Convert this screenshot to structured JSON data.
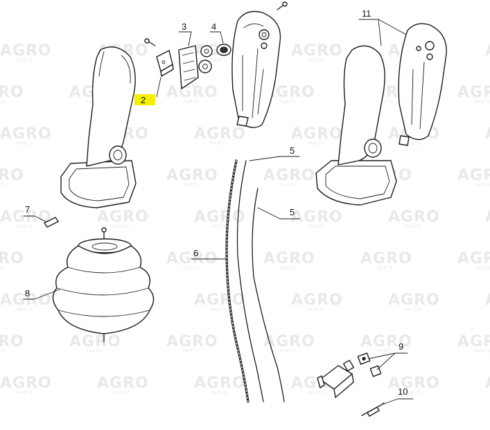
{
  "watermark": {
    "brand": "AGRO",
    "sub": "PARTS"
  },
  "highlight_color": "#f5f000",
  "callouts": [
    {
      "id": "1",
      "text": "11"
    },
    {
      "id": "2",
      "text": "2"
    },
    {
      "id": "3",
      "text": "3"
    },
    {
      "id": "4",
      "text": "4"
    },
    {
      "id": "5a",
      "text": "5"
    },
    {
      "id": "5b",
      "text": "5"
    },
    {
      "id": "6",
      "text": "6"
    },
    {
      "id": "7",
      "text": "7"
    },
    {
      "id": "8",
      "text": "8"
    },
    {
      "id": "9",
      "text": "9"
    },
    {
      "id": "10",
      "text": "10"
    }
  ],
  "highlighted_part": "2"
}
